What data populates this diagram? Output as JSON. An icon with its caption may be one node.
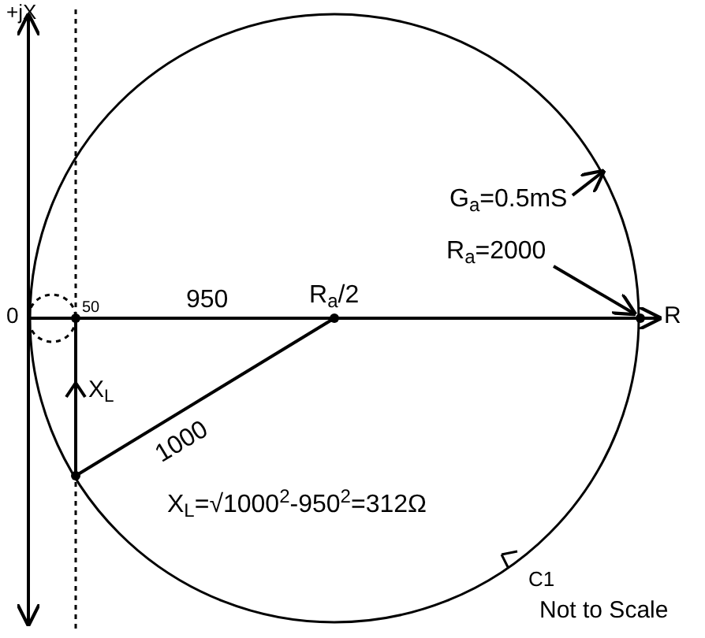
{
  "diagram": {
    "nodes": [
      {
        "text": [
          "G$_{a}$=0.5mS"
        ],
        "in": 1
      },
      {
        "text": [],
        "shape": "circle"
      },
      {
        "text": [
          "R$_{a}$=2000"
        ],
        "in": 1
      },
      {
        "text": [],
        "shape": "circle"
      }
    ],
    "edges": [
      {
        "from": 0,
        "to": 1,
        "arrow": "to"
      },
      {
        "from": 2,
        "to": 3,
        "arrow": "to"
      }
    ],
    "labels": [
      "+jX",
      "0",
      "50",
      "950",
      "R$_{a}$/2",
      "R",
      "X$_{L}$",
      "1000",
      "X$_{L}$=√1000$^{2}$-950$^{2}$=312Ω",
      "C1",
      "Not to Scale"
    ]
  }
}
